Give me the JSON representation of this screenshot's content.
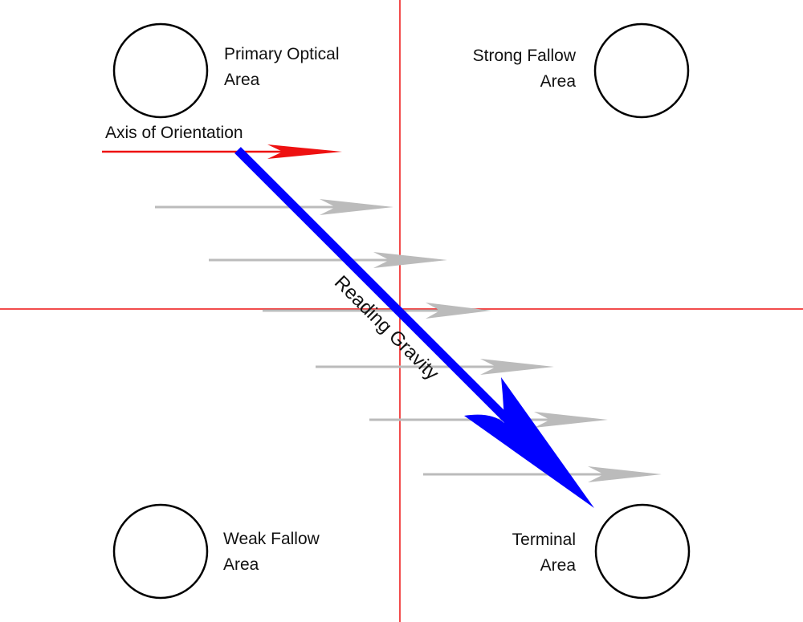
{
  "areas": {
    "primary_optical": {
      "line1": "Primary Optical",
      "line2": "Area"
    },
    "strong_fallow": {
      "line1": "Strong Fallow",
      "line2": "Area"
    },
    "weak_fallow": {
      "line1": "Weak Fallow",
      "line2": "Area"
    },
    "terminal": {
      "line1": "Terminal",
      "line2": "Area"
    }
  },
  "axis_label": "Axis of Orientation",
  "gravity_label": "Reading Gravity",
  "colors": {
    "axis_lines": "#ee1111",
    "gravity_arrow": "#0000ff",
    "scan_arrows": "#bbbbbb",
    "circle_stroke": "#000000"
  }
}
